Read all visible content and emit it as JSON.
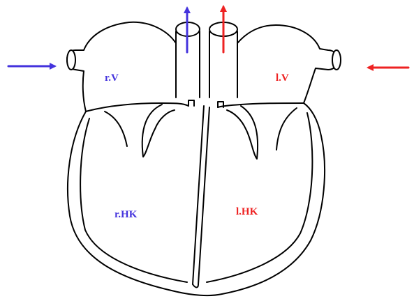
{
  "labels": {
    "right_atrium": "r.V",
    "left_atrium": "l.V",
    "right_ventricle": "r.HK",
    "left_ventricle": "l.HK"
  },
  "colors": {
    "right_side": "#4433dd",
    "left_side": "#ee2222",
    "outline": "#000000"
  },
  "arrows": [
    {
      "name": "venous-inflow-right-arrow",
      "color_key": "right_side",
      "direction": "right"
    },
    {
      "name": "venous-inflow-left-arrow",
      "color_key": "left_side",
      "direction": "left"
    },
    {
      "name": "pulmonary-outflow-arrow",
      "color_key": "right_side",
      "direction": "up"
    },
    {
      "name": "aortic-outflow-arrow",
      "color_key": "left_side",
      "direction": "up"
    }
  ]
}
